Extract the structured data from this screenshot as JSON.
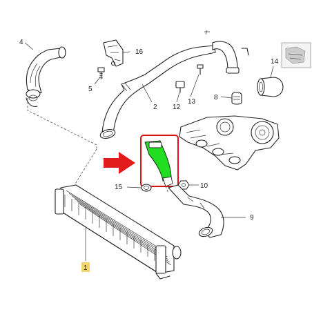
{
  "callouts": {
    "c1": "1",
    "c2": "2",
    "c4": "4",
    "c5": "5",
    "c8": "8",
    "c9": "9",
    "c10": "10",
    "c12": "12",
    "c13": "13",
    "c14": "14",
    "c15": "15",
    "c16": "16"
  },
  "colors": {
    "highlight_part": "#22dd22",
    "highlight_box": "#dd1111",
    "arrow": "#e21b1b",
    "part1_label_bg": "#f3d36a"
  }
}
